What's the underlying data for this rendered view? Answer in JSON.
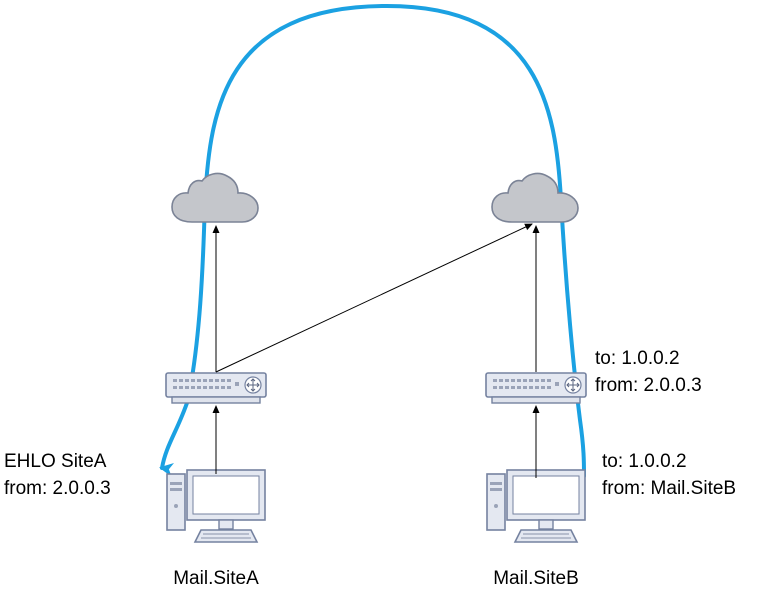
{
  "nodes": {
    "mail_site_a": {
      "label": "Mail.SiteA"
    },
    "mail_site_b": {
      "label": "Mail.SiteB"
    }
  },
  "annotations": {
    "site_a": {
      "line1": "EHLO SiteA",
      "line2": "from: 2.0.0.3"
    },
    "router_b": {
      "line1": "to: 1.0.0.2",
      "line2": "from: 2.0.0.3"
    },
    "site_b": {
      "line1": "to: 1.0.0.2",
      "line2": "from: Mail.SiteB"
    }
  },
  "colors": {
    "path": "#1ba1e2",
    "cloud_fill": "#c4c6cb",
    "cloud_stroke": "#7b8396",
    "device_fill": "#e4e8f1",
    "device_stroke": "#7582a0",
    "arrow": "#000000"
  }
}
